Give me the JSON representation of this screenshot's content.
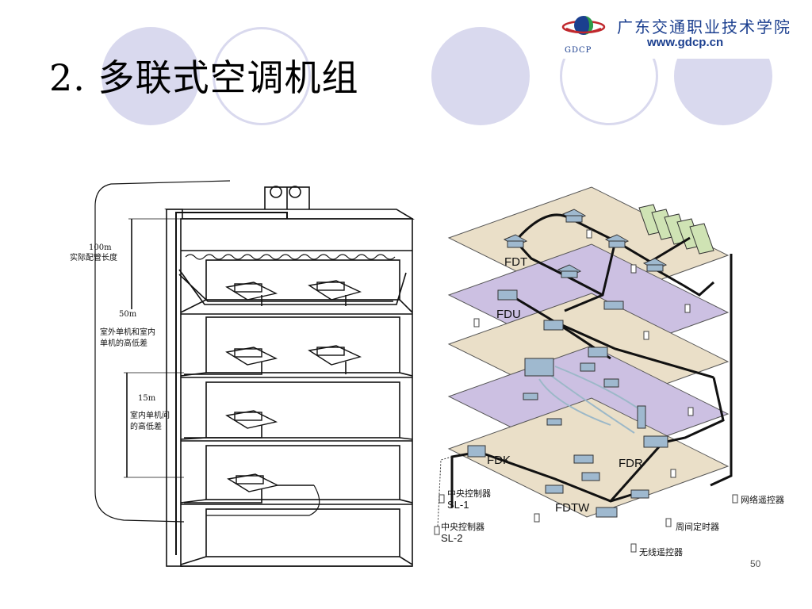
{
  "slide": {
    "title": "2. 多联式空调机组",
    "page_number": "50"
  },
  "logo": {
    "school_name": "广东交通职业技术学院",
    "url": "www.gdcp.cn",
    "abbr": "GDCP"
  },
  "colors": {
    "circle_fill": "#d9d9ee",
    "logo_blue": "#1b3f8f",
    "floor_beige": "#eadfc8",
    "floor_purple": "#ccc0e2"
  },
  "left_diagram": {
    "label_100m": "100m",
    "label_pipe": "实际配管长度",
    "label_50m": "50m",
    "label_outdoor_1": "室外单机和室内",
    "label_outdoor_2": "单机的高低差",
    "label_15m": "15m",
    "label_indoor_1": "室内单机间",
    "label_indoor_2": "的高低差"
  },
  "right_diagram": {
    "fdt": "FDT",
    "fdu": "FDU",
    "fdk": "FDK",
    "fdr": "FDR",
    "fdtw": "FDTW",
    "central_ctrl_1": "中央控制器",
    "sl1": "SL-1",
    "central_ctrl_2": "中央控制器",
    "sl2": "SL-2",
    "network_remote": "网络遥控器",
    "weekly_timer": "周间定时器",
    "wireless_remote": "无线遥控器"
  }
}
